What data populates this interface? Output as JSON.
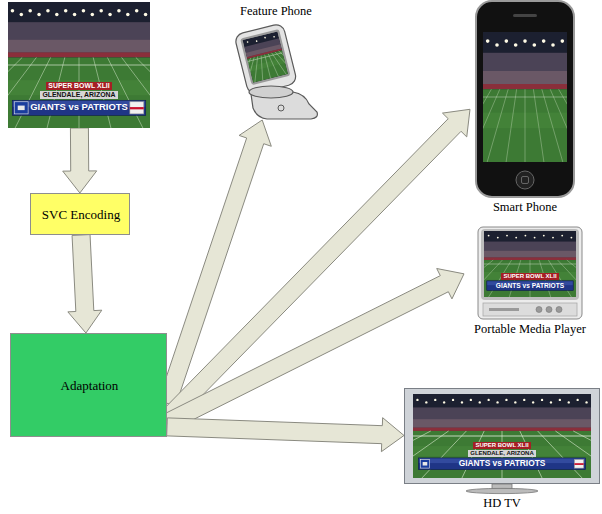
{
  "diagram": {
    "nodes": [
      {
        "text": [
          "SUPER BOWL XLII",
          "GLENDALE, ARIZONA",
          "GIANTS vs PATRIOTS"
        ]
      },
      {
        "text": [
          "SVC Encoding"
        ]
      },
      {
        "text": [
          "Adaptation"
        ]
      },
      {
        "text": [
          "Feature Phone"
        ]
      },
      {
        "text": [
          "Smart Phone"
        ]
      },
      {
        "text": [
          "SUPER BOWL XLII",
          "GIANTS vs PATRIOTS",
          "Portable Media Player"
        ]
      },
      {
        "text": [
          "SUPER BOWL XLII",
          "GLENDALE, ARIZONA",
          "GIANTS vs PATRIOTS",
          "HD TV"
        ]
      }
    ],
    "edges": [
      {
        "from": 0,
        "to": 1,
        "arrow": "to"
      },
      {
        "from": 1,
        "to": 2,
        "arrow": "to"
      },
      {
        "from": 2,
        "to": 3,
        "arrow": "to"
      },
      {
        "from": 2,
        "to": 4,
        "arrow": "to"
      },
      {
        "from": 2,
        "to": 5,
        "arrow": "to"
      },
      {
        "from": 2,
        "to": 6,
        "arrow": "to"
      }
    ]
  }
}
